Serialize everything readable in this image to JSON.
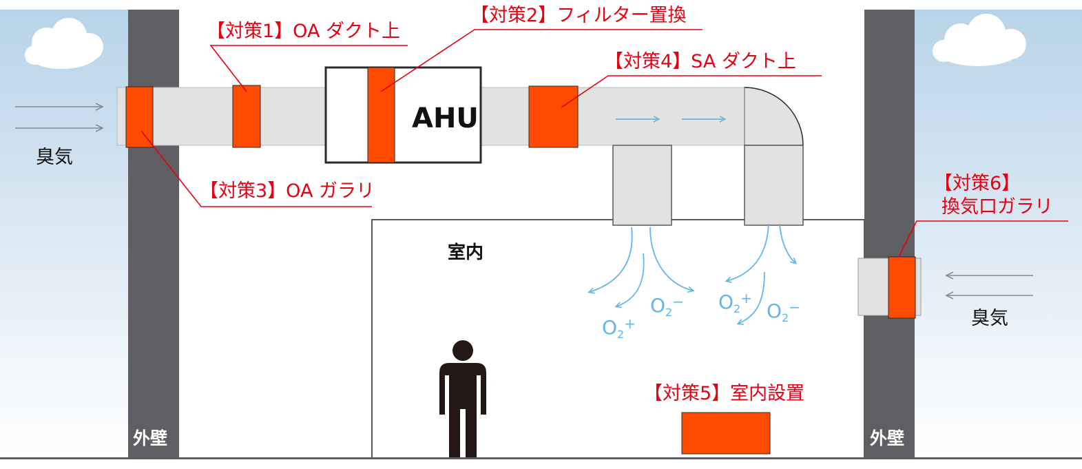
{
  "colors": {
    "wall": "#5f5e63",
    "duct": "#e2e2e2",
    "measure": "#ff4a00",
    "callout": "#e60012",
    "airflow": "#62b6e8",
    "odor_arrow": "#8a8a8a",
    "sky_top": "#b8d3e8",
    "sky_bottom": "#ffffff",
    "person": "#231815"
  },
  "icons": [
    "cloud-icon",
    "person-icon",
    "arrow-right-icon",
    "arrow-left-icon"
  ],
  "labels": {
    "measure1": "【対策1】OA ダクト上",
    "measure2": "【対策2】フィルター置換",
    "measure3": "【対策3】OA ガラリ",
    "measure4": "【対策4】SA ダクト上",
    "measure5": "【対策5】室内設置",
    "measure6_line1": "【対策6】",
    "measure6_line2": "換気口ガラリ",
    "odor_left": "臭気",
    "odor_right": "臭気",
    "wall_left": "外壁",
    "wall_right": "外壁",
    "ahu": "AHU",
    "room": "室内"
  },
  "oxygen_ions": [
    {
      "base": "O",
      "sub": "2",
      "sup": "−"
    },
    {
      "base": "O",
      "sub": "2",
      "sup": "+"
    },
    {
      "base": "O",
      "sub": "2",
      "sup": "+"
    },
    {
      "base": "O",
      "sub": "2",
      "sup": "−"
    }
  ]
}
